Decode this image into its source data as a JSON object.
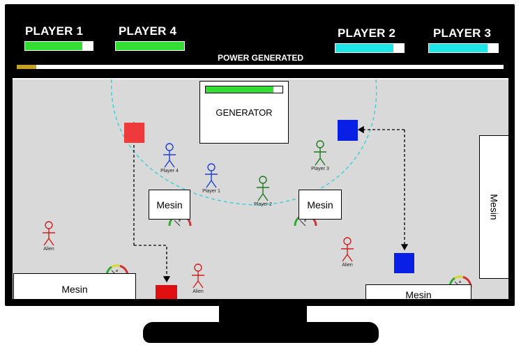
{
  "hud": {
    "players": [
      {
        "name": "PLAYER 1",
        "health": 0.85,
        "color": "#33dd33"
      },
      {
        "name": "PLAYER 4",
        "health": 1.0,
        "color": "#33dd33"
      },
      {
        "name": "PLAYER 2",
        "health": 0.85,
        "color": "#1ee6e6"
      },
      {
        "name": "PLAYER 3",
        "health": 0.85,
        "color": "#1ee6e6"
      }
    ],
    "power_label": "POWER GENERATED",
    "power_level": 0.04,
    "power_color": "#c9a21b"
  },
  "arena": {
    "generator": {
      "label": "GENERATOR",
      "level": 0.88,
      "color": "#33dd33"
    },
    "machines": [
      {
        "label": "Mesin"
      },
      {
        "label": "Mesin"
      },
      {
        "label": "Mesin"
      },
      {
        "label": "Mesin"
      },
      {
        "label": "Mesin"
      }
    ],
    "agents": [
      {
        "label": "Player 4",
        "color": "#1f3fd6"
      },
      {
        "label": "Player 1",
        "color": "#1f3fd6"
      },
      {
        "label": "Player 2",
        "color": "#1e7a1e"
      },
      {
        "label": "Player 3",
        "color": "#1e7a1e"
      },
      {
        "label": "Alien",
        "color": "#d21f1f"
      },
      {
        "label": "Alien",
        "color": "#d21f1f"
      },
      {
        "label": "Alien",
        "color": "#d21f1f"
      }
    ],
    "gauge_mark": "ø",
    "colors": {
      "red_square": "#ee3a3a",
      "blue_square": "#0a1fe6",
      "red_square_dark": "#e01010",
      "zone": "#3fd0d8"
    }
  }
}
